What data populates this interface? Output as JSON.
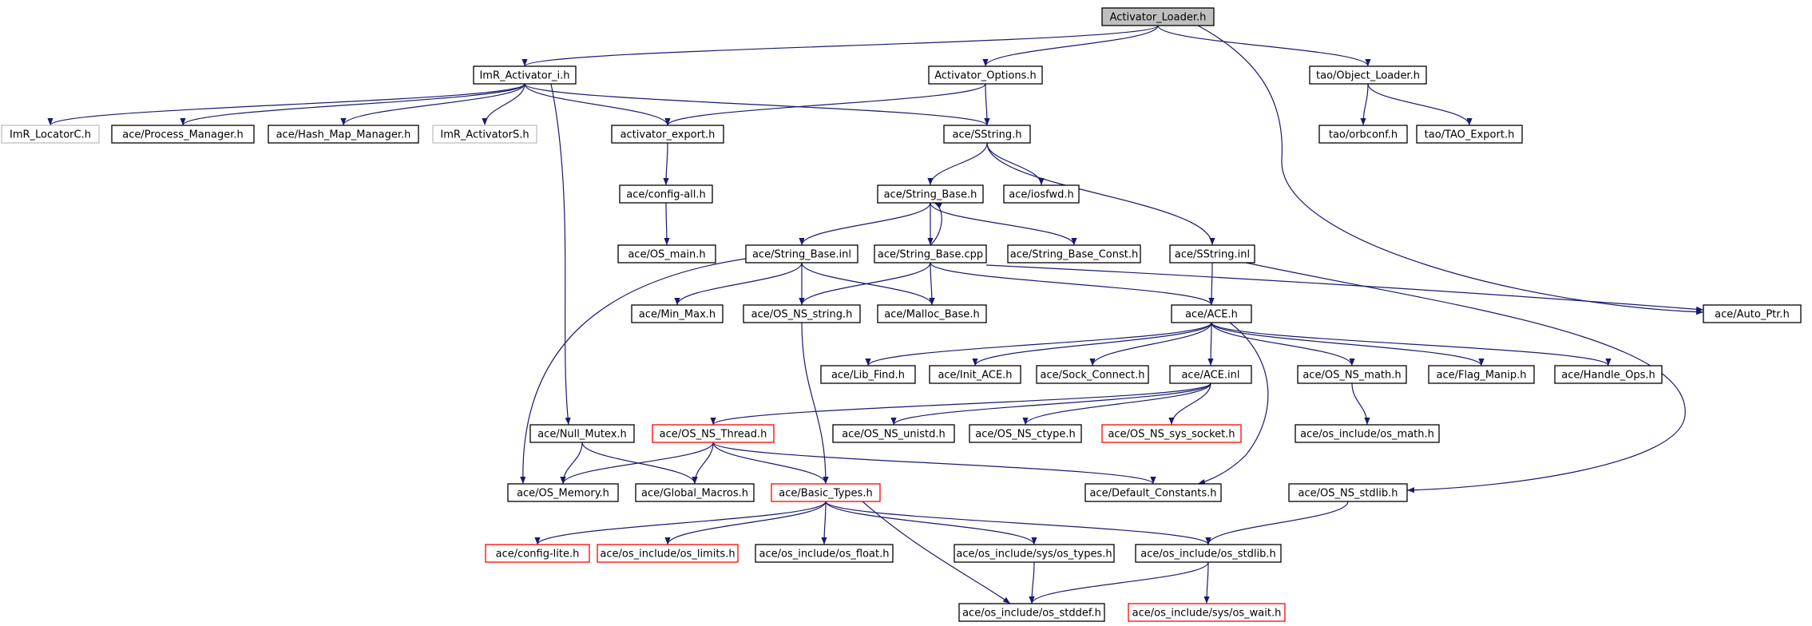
{
  "colors": {
    "edge": "#191970",
    "node_border": "#000000",
    "node_border_red": "#ff0000",
    "node_border_gray": "#bfbfbf",
    "root_fill": "#bfbfbf"
  },
  "nodes": [
    {
      "id": "activator-loader",
      "label": "Activator_Loader.h",
      "style": "root"
    },
    {
      "id": "imr-activator-i",
      "label": "ImR_Activator_i.h",
      "style": "normal"
    },
    {
      "id": "activator-options",
      "label": "Activator_Options.h",
      "style": "normal"
    },
    {
      "id": "tao-object-loader",
      "label": "tao/Object_Loader.h",
      "style": "normal"
    },
    {
      "id": "imr-locatorc",
      "label": "ImR_LocatorC.h",
      "style": "gray"
    },
    {
      "id": "process-manager",
      "label": "ace/Process_Manager.h",
      "style": "normal"
    },
    {
      "id": "hash-map-manager",
      "label": "ace/Hash_Map_Manager.h",
      "style": "normal"
    },
    {
      "id": "imr-activators",
      "label": "ImR_ActivatorS.h",
      "style": "gray"
    },
    {
      "id": "activator-export",
      "label": "activator_export.h",
      "style": "normal"
    },
    {
      "id": "sstring",
      "label": "ace/SString.h",
      "style": "normal"
    },
    {
      "id": "orbconf",
      "label": "tao/orbconf.h",
      "style": "normal"
    },
    {
      "id": "tao-export",
      "label": "tao/TAO_Export.h",
      "style": "normal"
    },
    {
      "id": "config-all",
      "label": "ace/config-all.h",
      "style": "normal"
    },
    {
      "id": "string-base-h",
      "label": "ace/String_Base.h",
      "style": "normal"
    },
    {
      "id": "iosfwd",
      "label": "ace/iosfwd.h",
      "style": "normal"
    },
    {
      "id": "os-main",
      "label": "ace/OS_main.h",
      "style": "normal"
    },
    {
      "id": "string-base-inl",
      "label": "ace/String_Base.inl",
      "style": "normal"
    },
    {
      "id": "string-base-cpp",
      "label": "ace/String_Base.cpp",
      "style": "normal"
    },
    {
      "id": "string-base-const",
      "label": "ace/String_Base_Const.h",
      "style": "normal"
    },
    {
      "id": "sstring-inl",
      "label": "ace/SString.inl",
      "style": "normal"
    },
    {
      "id": "min-max",
      "label": "ace/Min_Max.h",
      "style": "normal"
    },
    {
      "id": "os-ns-string",
      "label": "ace/OS_NS_string.h",
      "style": "normal"
    },
    {
      "id": "malloc-base",
      "label": "ace/Malloc_Base.h",
      "style": "normal"
    },
    {
      "id": "ace-h",
      "label": "ace/ACE.h",
      "style": "normal"
    },
    {
      "id": "auto-ptr",
      "label": "ace/Auto_Ptr.h",
      "style": "normal"
    },
    {
      "id": "lib-find",
      "label": "ace/Lib_Find.h",
      "style": "normal"
    },
    {
      "id": "init-ace",
      "label": "ace/Init_ACE.h",
      "style": "normal"
    },
    {
      "id": "sock-connect",
      "label": "ace/Sock_Connect.h",
      "style": "normal"
    },
    {
      "id": "ace-inl",
      "label": "ace/ACE.inl",
      "style": "normal"
    },
    {
      "id": "os-ns-math",
      "label": "ace/OS_NS_math.h",
      "style": "normal"
    },
    {
      "id": "flag-manip",
      "label": "ace/Flag_Manip.h",
      "style": "normal"
    },
    {
      "id": "handle-ops",
      "label": "ace/Handle_Ops.h",
      "style": "normal"
    },
    {
      "id": "null-mutex",
      "label": "ace/Null_Mutex.h",
      "style": "normal"
    },
    {
      "id": "os-ns-thread",
      "label": "ace/OS_NS_Thread.h",
      "style": "red"
    },
    {
      "id": "os-ns-unistd",
      "label": "ace/OS_NS_unistd.h",
      "style": "normal"
    },
    {
      "id": "os-ns-ctype",
      "label": "ace/OS_NS_ctype.h",
      "style": "normal"
    },
    {
      "id": "os-ns-sys-socket",
      "label": "ace/OS_NS_sys_socket.h",
      "style": "red"
    },
    {
      "id": "os-math",
      "label": "ace/os_include/os_math.h",
      "style": "normal"
    },
    {
      "id": "os-memory",
      "label": "ace/OS_Memory.h",
      "style": "normal"
    },
    {
      "id": "global-macros",
      "label": "ace/Global_Macros.h",
      "style": "normal"
    },
    {
      "id": "basic-types",
      "label": "ace/Basic_Types.h",
      "style": "red"
    },
    {
      "id": "default-constants",
      "label": "ace/Default_Constants.h",
      "style": "normal"
    },
    {
      "id": "os-ns-stdlib",
      "label": "ace/OS_NS_stdlib.h",
      "style": "normal"
    },
    {
      "id": "config-lite",
      "label": "ace/config-lite.h",
      "style": "red"
    },
    {
      "id": "os-limits",
      "label": "ace/os_include/os_limits.h",
      "style": "red"
    },
    {
      "id": "os-float",
      "label": "ace/os_include/os_float.h",
      "style": "normal"
    },
    {
      "id": "os-types",
      "label": "ace/os_include/sys/os_types.h",
      "style": "normal"
    },
    {
      "id": "os-stdlib",
      "label": "ace/os_include/os_stdlib.h",
      "style": "normal"
    },
    {
      "id": "os-stddef",
      "label": "ace/os_include/os_stddef.h",
      "style": "normal"
    },
    {
      "id": "os-wait",
      "label": "ace/os_include/sys/os_wait.h",
      "style": "red"
    }
  ],
  "edges": [
    [
      "activator-loader",
      "imr-activator-i"
    ],
    [
      "activator-loader",
      "activator-options"
    ],
    [
      "activator-loader",
      "tao-object-loader"
    ],
    [
      "activator-loader",
      "auto-ptr"
    ],
    [
      "imr-activator-i",
      "imr-locatorc"
    ],
    [
      "imr-activator-i",
      "process-manager"
    ],
    [
      "imr-activator-i",
      "hash-map-manager"
    ],
    [
      "imr-activator-i",
      "imr-activators"
    ],
    [
      "imr-activator-i",
      "activator-export"
    ],
    [
      "imr-activator-i",
      "sstring"
    ],
    [
      "imr-activator-i",
      "null-mutex"
    ],
    [
      "activator-options",
      "activator-export"
    ],
    [
      "activator-options",
      "sstring"
    ],
    [
      "tao-object-loader",
      "orbconf"
    ],
    [
      "tao-object-loader",
      "tao-export"
    ],
    [
      "activator-export",
      "config-all"
    ],
    [
      "config-all",
      "os-main"
    ],
    [
      "sstring",
      "string-base-h"
    ],
    [
      "sstring",
      "iosfwd"
    ],
    [
      "sstring",
      "sstring-inl"
    ],
    [
      "string-base-h",
      "string-base-inl"
    ],
    [
      "string-base-h",
      "string-base-cpp"
    ],
    [
      "string-base-h",
      "string-base-const"
    ],
    [
      "string-base-cpp",
      "string-base-h"
    ],
    [
      "string-base-inl",
      "min-max"
    ],
    [
      "string-base-inl",
      "os-ns-string"
    ],
    [
      "string-base-inl",
      "malloc-base"
    ],
    [
      "string-base-inl",
      "os-memory"
    ],
    [
      "string-base-cpp",
      "os-ns-string"
    ],
    [
      "string-base-cpp",
      "malloc-base"
    ],
    [
      "string-base-cpp",
      "ace-h"
    ],
    [
      "string-base-cpp",
      "auto-ptr"
    ],
    [
      "sstring-inl",
      "ace-h"
    ],
    [
      "sstring-inl",
      "os-ns-stdlib"
    ],
    [
      "os-ns-string",
      "basic-types"
    ],
    [
      "ace-h",
      "lib-find"
    ],
    [
      "ace-h",
      "init-ace"
    ],
    [
      "ace-h",
      "sock-connect"
    ],
    [
      "ace-h",
      "ace-inl"
    ],
    [
      "ace-h",
      "os-ns-math"
    ],
    [
      "ace-h",
      "flag-manip"
    ],
    [
      "ace-h",
      "handle-ops"
    ],
    [
      "ace-h",
      "default-constants"
    ],
    [
      "ace-inl",
      "os-ns-thread"
    ],
    [
      "ace-inl",
      "os-ns-unistd"
    ],
    [
      "ace-inl",
      "os-ns-ctype"
    ],
    [
      "ace-inl",
      "os-ns-sys-socket"
    ],
    [
      "os-ns-math",
      "os-math"
    ],
    [
      "null-mutex",
      "os-memory"
    ],
    [
      "null-mutex",
      "global-macros"
    ],
    [
      "os-ns-thread",
      "os-memory"
    ],
    [
      "os-ns-thread",
      "global-macros"
    ],
    [
      "os-ns-thread",
      "basic-types"
    ],
    [
      "os-ns-thread",
      "default-constants"
    ],
    [
      "basic-types",
      "config-lite"
    ],
    [
      "basic-types",
      "os-limits"
    ],
    [
      "basic-types",
      "os-float"
    ],
    [
      "basic-types",
      "os-types"
    ],
    [
      "basic-types",
      "os-stdlib"
    ],
    [
      "basic-types",
      "os-stddef"
    ],
    [
      "os-ns-stdlib",
      "os-stdlib"
    ],
    [
      "os-types",
      "os-stddef"
    ],
    [
      "os-stdlib",
      "os-stddef"
    ],
    [
      "os-stdlib",
      "os-wait"
    ]
  ]
}
